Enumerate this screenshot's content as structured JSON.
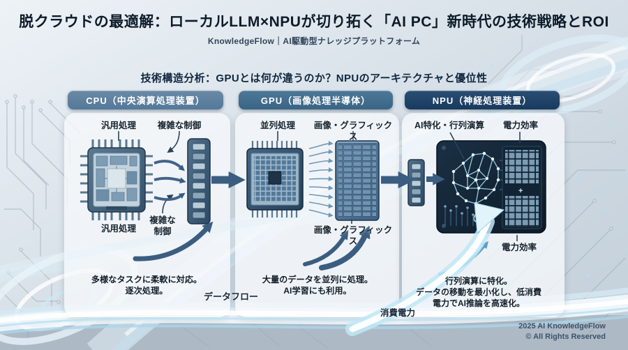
{
  "header": {
    "title": "脱クラウドの最適解：ローカルLLM×NPUが切り拓く「AI PC」新時代の技術戦略とROI",
    "subtitle": "KnowledgeFlow｜AI駆動型ナレッジプラットフォーム"
  },
  "section": {
    "title": "技術構造分析：GPUとは何が違うのか？NPUのアーキテクチャと優位性"
  },
  "panels": {
    "cpu": {
      "pill": "CPU（中央演算処理装置）",
      "label_top_left": "汎用処理",
      "label_top_right": "複雑な制御",
      "label_bottom_left": "汎用処理",
      "label_bottom_right": "複雑な制御",
      "desc": [
        "多様なタスクに柔軟に対応。",
        "逐次処理。"
      ]
    },
    "gpu": {
      "pill": "GPU（画像処理半導体）",
      "label_top_left": "並列処理",
      "label_top_right": "画像・グラフィックス",
      "label_bottom": "画像・グラフィックス",
      "desc": [
        "大量のデータを並列に処理。",
        "AI学習にも利用。"
      ]
    },
    "npu": {
      "pill": "NPU（神経処理装置）",
      "label_top_left": "AI特化・行列演算",
      "label_top_right": "電力効率",
      "label_bottom": "電力効率",
      "grid_plus": "+",
      "desc": [
        "行列演算に特化。",
        "データの移動を最小化し、低消費",
        "電力でAI推論を高速化。"
      ]
    }
  },
  "float_labels": {
    "dataflow": "データフロー",
    "power": "消費電力"
  },
  "footer": {
    "line1": "2025 AI KnowledgeFlow",
    "line2": "© All Rights Reserved"
  },
  "colors": {
    "cpu_accent": "#6a8aa5",
    "cpu_accent_dark": "#54789a",
    "gpu_accent": "#4d7897",
    "gpu_accent_dark": "#3a6484",
    "npu_accent": "#2a4e74",
    "npu_accent_dark": "#183a5d",
    "arrow": "#3a5d80",
    "glow": "#bfe7f7"
  }
}
